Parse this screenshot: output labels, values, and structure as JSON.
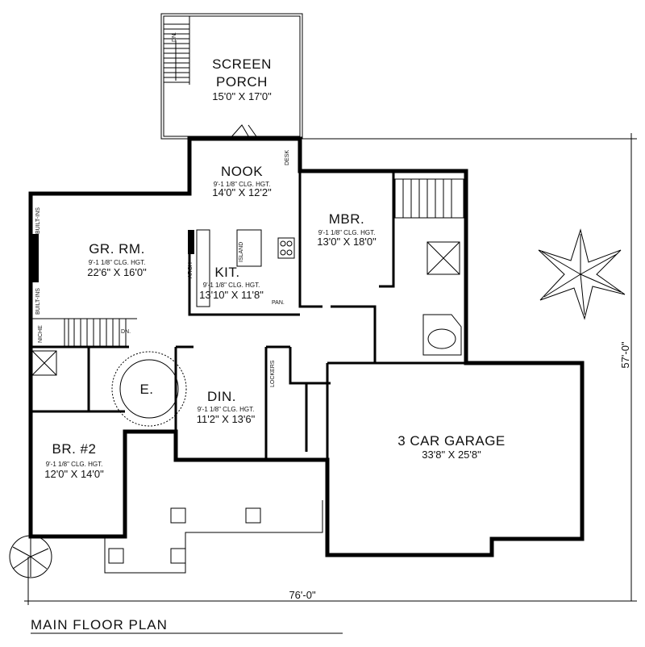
{
  "rooms": {
    "screen_porch": {
      "name_line1": "SCREEN",
      "name_line2": "PORCH",
      "size": "15'0\" X 17'0\""
    },
    "nook": {
      "name": "NOOK",
      "ceiling": "9'-1 1/8\" CLG. HGT.",
      "size": "14'0\" X 12'2\""
    },
    "great_room": {
      "name": "GR. RM.",
      "ceiling": "9'-1 1/8\" CLG. HGT.",
      "size": "22'6\" X 16'0\""
    },
    "kitchen": {
      "name": "KIT.",
      "ceiling": "9'-1 1/8\" CLG. HGT.",
      "size": "13'10\" X 11'8\""
    },
    "master_bedroom": {
      "name": "MBR.",
      "ceiling": "9'-1 1/8\" CLG. HGT.",
      "size": "13'0\" X 18'0\""
    },
    "entry": {
      "name": "E."
    },
    "dining": {
      "name": "DIN.",
      "ceiling": "9'-1 1/8\" CLG. HGT.",
      "size": "11'2\" X 13'6\""
    },
    "bedroom2": {
      "name": "BR. #2",
      "ceiling": "9'-1 1/8\" CLG. HGT.",
      "size": "12'0\" X 14'0\""
    },
    "garage": {
      "name": "3 CAR GARAGE",
      "size": "33'8\" X 25'8\""
    }
  },
  "labels": {
    "desk": "DESK",
    "built_ins": "BUILT-INS",
    "island": "ISLAND",
    "arch": "ARCH",
    "pantry": "PAN.",
    "niche": "NICHE",
    "down_porch": "DN.",
    "down_stair": "DN.",
    "lockers": "LOCKERS"
  },
  "dimensions": {
    "overall_width": "76'-0\"",
    "overall_depth": "57'-0\""
  },
  "title": "MAIN FLOOR PLAN"
}
